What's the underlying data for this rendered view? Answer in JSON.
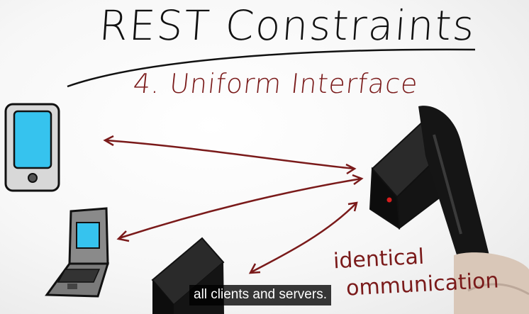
{
  "whiteboard": {
    "title": "REST Constraints",
    "subtitle": "4. Uniform Interface",
    "note_line1": "identical",
    "note_line2": "ommunication"
  },
  "caption": {
    "text": "all clients and servers."
  },
  "colors": {
    "ink": "#111111",
    "red_ink": "#7a1a1a",
    "screen": "#36c3ee",
    "server": "#141414"
  },
  "icons": [
    "phone-icon",
    "laptop-icon",
    "server-icon",
    "server-icon-2",
    "marker-pen-icon"
  ]
}
